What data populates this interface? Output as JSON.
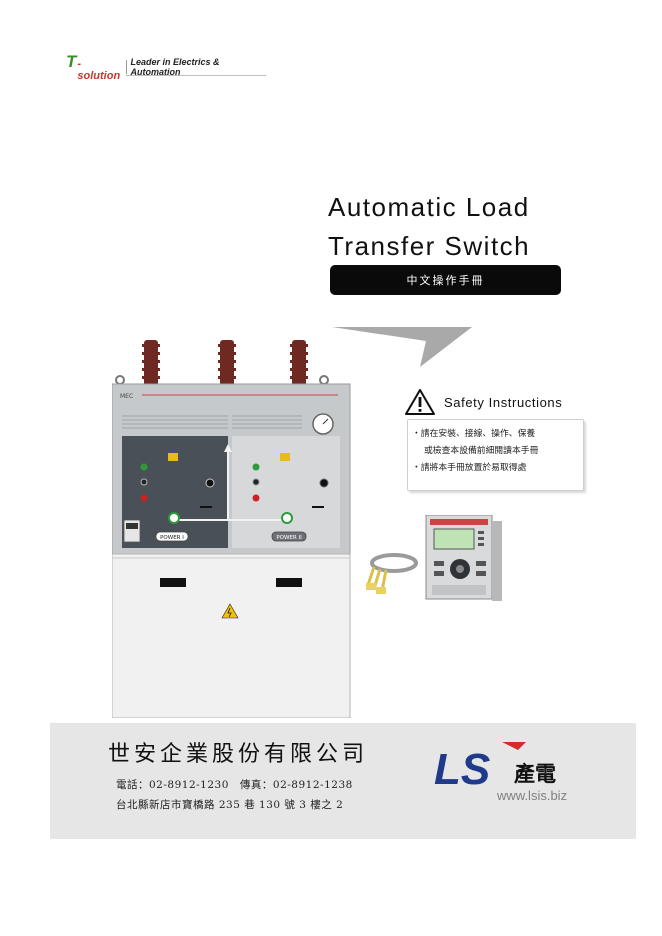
{
  "header": {
    "brand_t": "T",
    "brand_suffix": "-solution",
    "tagline": "Leader in Electrics & Automation"
  },
  "title": {
    "line1": "Automatic Load",
    "line2": "Transfer Switch",
    "subtitle": "中文操作手冊"
  },
  "safety": {
    "heading": "Safety Instructions",
    "line1": "・請在安裝、接線、操作、保養",
    "line2": "或檢查本設備前細閱讀本手冊",
    "line3": "・請將本手冊放置於易取得處"
  },
  "cabinet": {
    "power_left": "POWER I",
    "power_right": "POWER II",
    "brand": "MEC"
  },
  "footer": {
    "company": "世安企業股份有限公司",
    "phone": "電話：02-8912-1230　傳真：02-8912-1238",
    "address": "台北縣新店市寶橋路 235 巷 130 號 3 樓之 2",
    "logo_text": "LS",
    "logo_cn": "產電",
    "website": "www.lsis.biz"
  },
  "colors": {
    "brand_green": "#3a8d2a",
    "ls_blue": "#1f3a8a",
    "ls_red": "#d42a2a",
    "footer_band": "#e6e6e6"
  }
}
